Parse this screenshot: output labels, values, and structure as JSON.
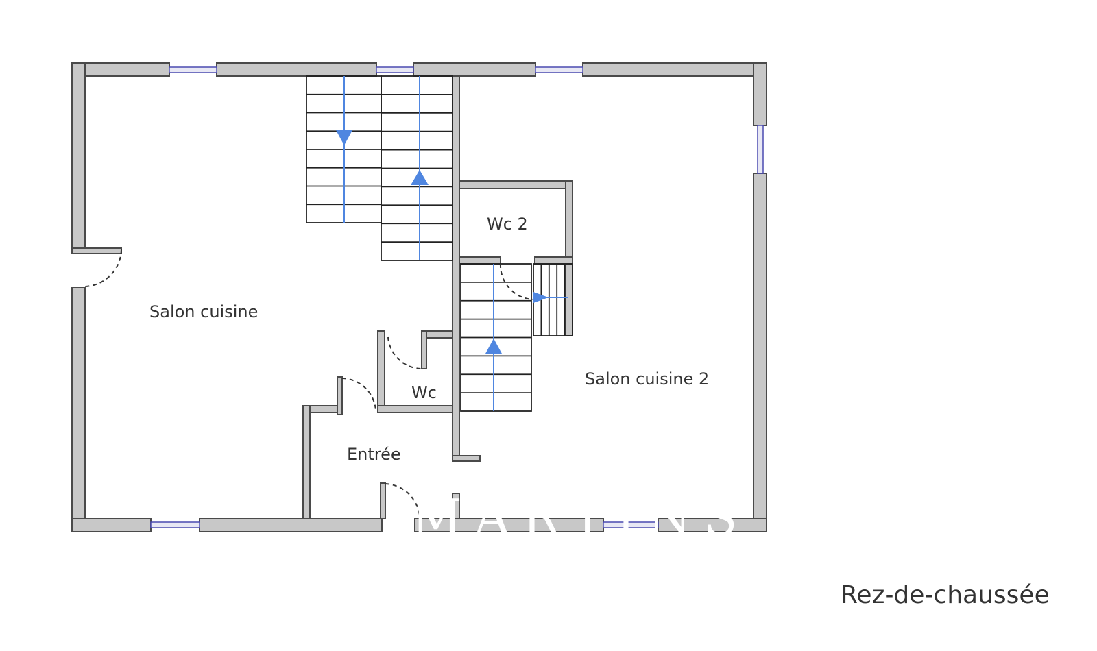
{
  "rooms": {
    "salon_cuisine": "Salon cuisine",
    "salon_cuisine_2": "Salon cuisine 2",
    "wc": "Wc",
    "wc2": "Wc 2",
    "entree": "Entrée"
  },
  "floor_label": "Rez-de-chaussée",
  "watermark": "MARTINS",
  "colors": {
    "wall": "#c8c8c8",
    "stair_arrow": "#4f86e0",
    "window": "#4a4ab0"
  }
}
